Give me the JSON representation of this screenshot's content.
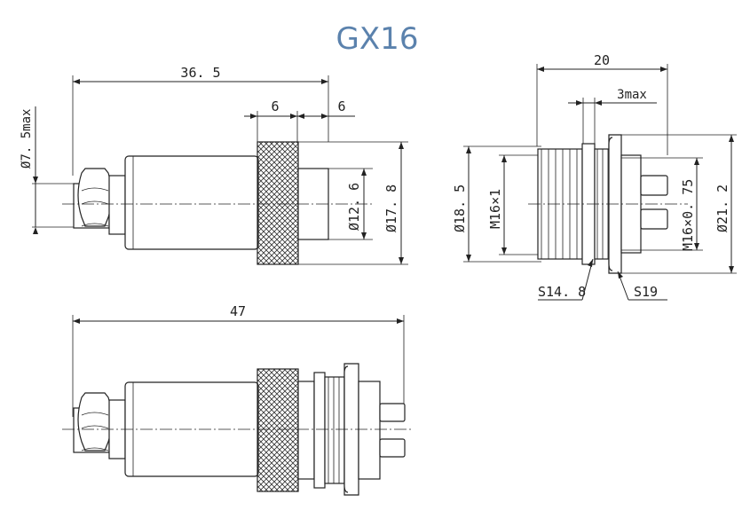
{
  "title": "GX16",
  "plug_view": {
    "overall_length": "36. 5",
    "knurl_width": "6",
    "front_width": "6",
    "cable_diameter": "Ø7. 5max",
    "inner_diameter": "Ø12. 6",
    "outer_diameter": "Ø17. 8"
  },
  "socket_view": {
    "width": "20",
    "panel_thickness": "3max",
    "flange_diameter": "Ø18. 5",
    "rear_thread": "M16×1",
    "front_thread": "M16×0. 75",
    "nut_diameter": "Ø21. 2",
    "wrench_small": "S14. 8",
    "wrench_large": "S19"
  },
  "assembly_view": {
    "mated_length": "47"
  }
}
